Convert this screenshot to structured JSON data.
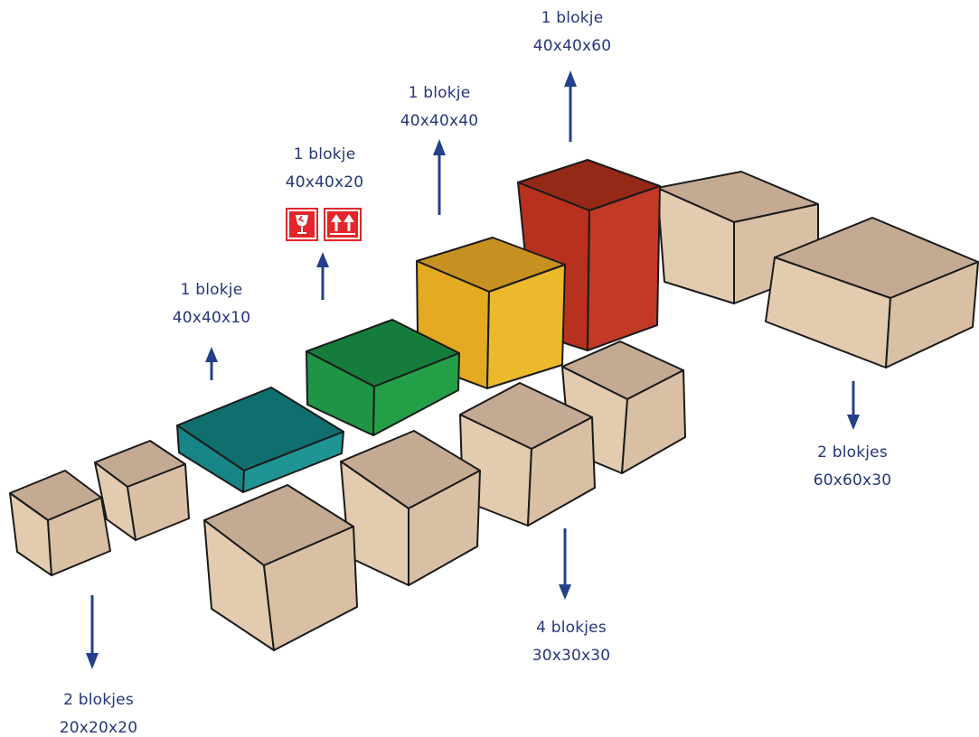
{
  "labels": {
    "small_cubes": {
      "line1": "2 blokjes",
      "line2": "20x20x20"
    },
    "teal_block": {
      "line1": "1 blokje",
      "line2": "40x40x10"
    },
    "green_block": {
      "line1": "1 blokje",
      "line2": "40x40x20"
    },
    "yellow_block": {
      "line1": "1 blokje",
      "line2": "40x40x40"
    },
    "red_block": {
      "line1": "1 blokje",
      "line2": "40x40x60"
    },
    "medium_cubes": {
      "line1": "4 blokjes",
      "line2": "30x30x30"
    },
    "flat_boxes": {
      "line1": "2 blokjes",
      "line2": "60x60x30"
    }
  },
  "icons": [
    "fragile-icon",
    "this-way-up-icon"
  ],
  "colors": {
    "label_text": "#24357a",
    "arrow": "#24408a",
    "kraft": "#e3cbb0",
    "teal": "#188a8a",
    "green": "#23a047",
    "yellow": "#e9b325",
    "red": "#c23a26",
    "warning_red": "#e3262b"
  }
}
